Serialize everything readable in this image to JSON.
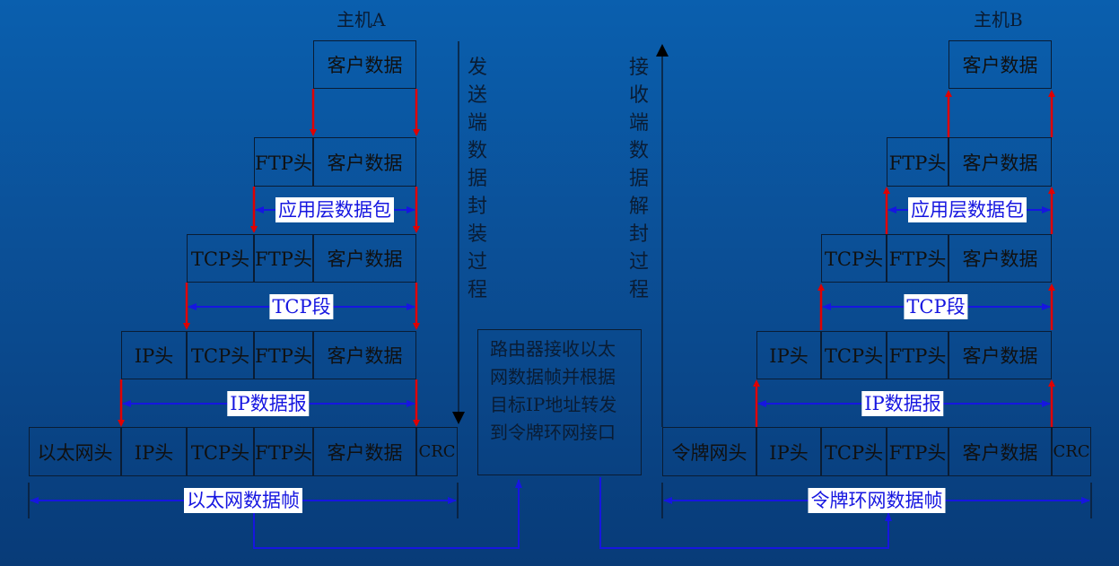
{
  "hosts": {
    "a": "主机A",
    "b": "主机B"
  },
  "columns": {
    "send": [
      "发",
      "送",
      "端",
      "数",
      "据",
      "封",
      "装",
      "过",
      "程"
    ],
    "recv": [
      "接",
      "收",
      "端",
      "数",
      "据",
      "解",
      "封",
      "过",
      "程"
    ]
  },
  "router_text": [
    "路由器接收以太",
    "网数据帧并根据",
    "目标IP地址转发",
    "到令牌环网接口"
  ],
  "blocks": {
    "client_data": "客户数据",
    "ftp_head": "FTP头",
    "tcp_head": "TCP头",
    "ip_head": "IP头",
    "eth_head": "以太网头",
    "token_head": "令牌网头",
    "crc": "CRC"
  },
  "spans": {
    "app_packet": "应用层数据包",
    "tcp_segment": "TCP段",
    "ip_datagram": "IP数据报",
    "eth_frame": "以太网数据帧",
    "token_frame": "令牌环网数据帧"
  },
  "colors": {
    "background": "#0b4f96",
    "box_border": "#0a1c33",
    "encap_arrow": "#e00000",
    "span_arrow": "#1616e0",
    "label_bg": "#ffffff"
  }
}
